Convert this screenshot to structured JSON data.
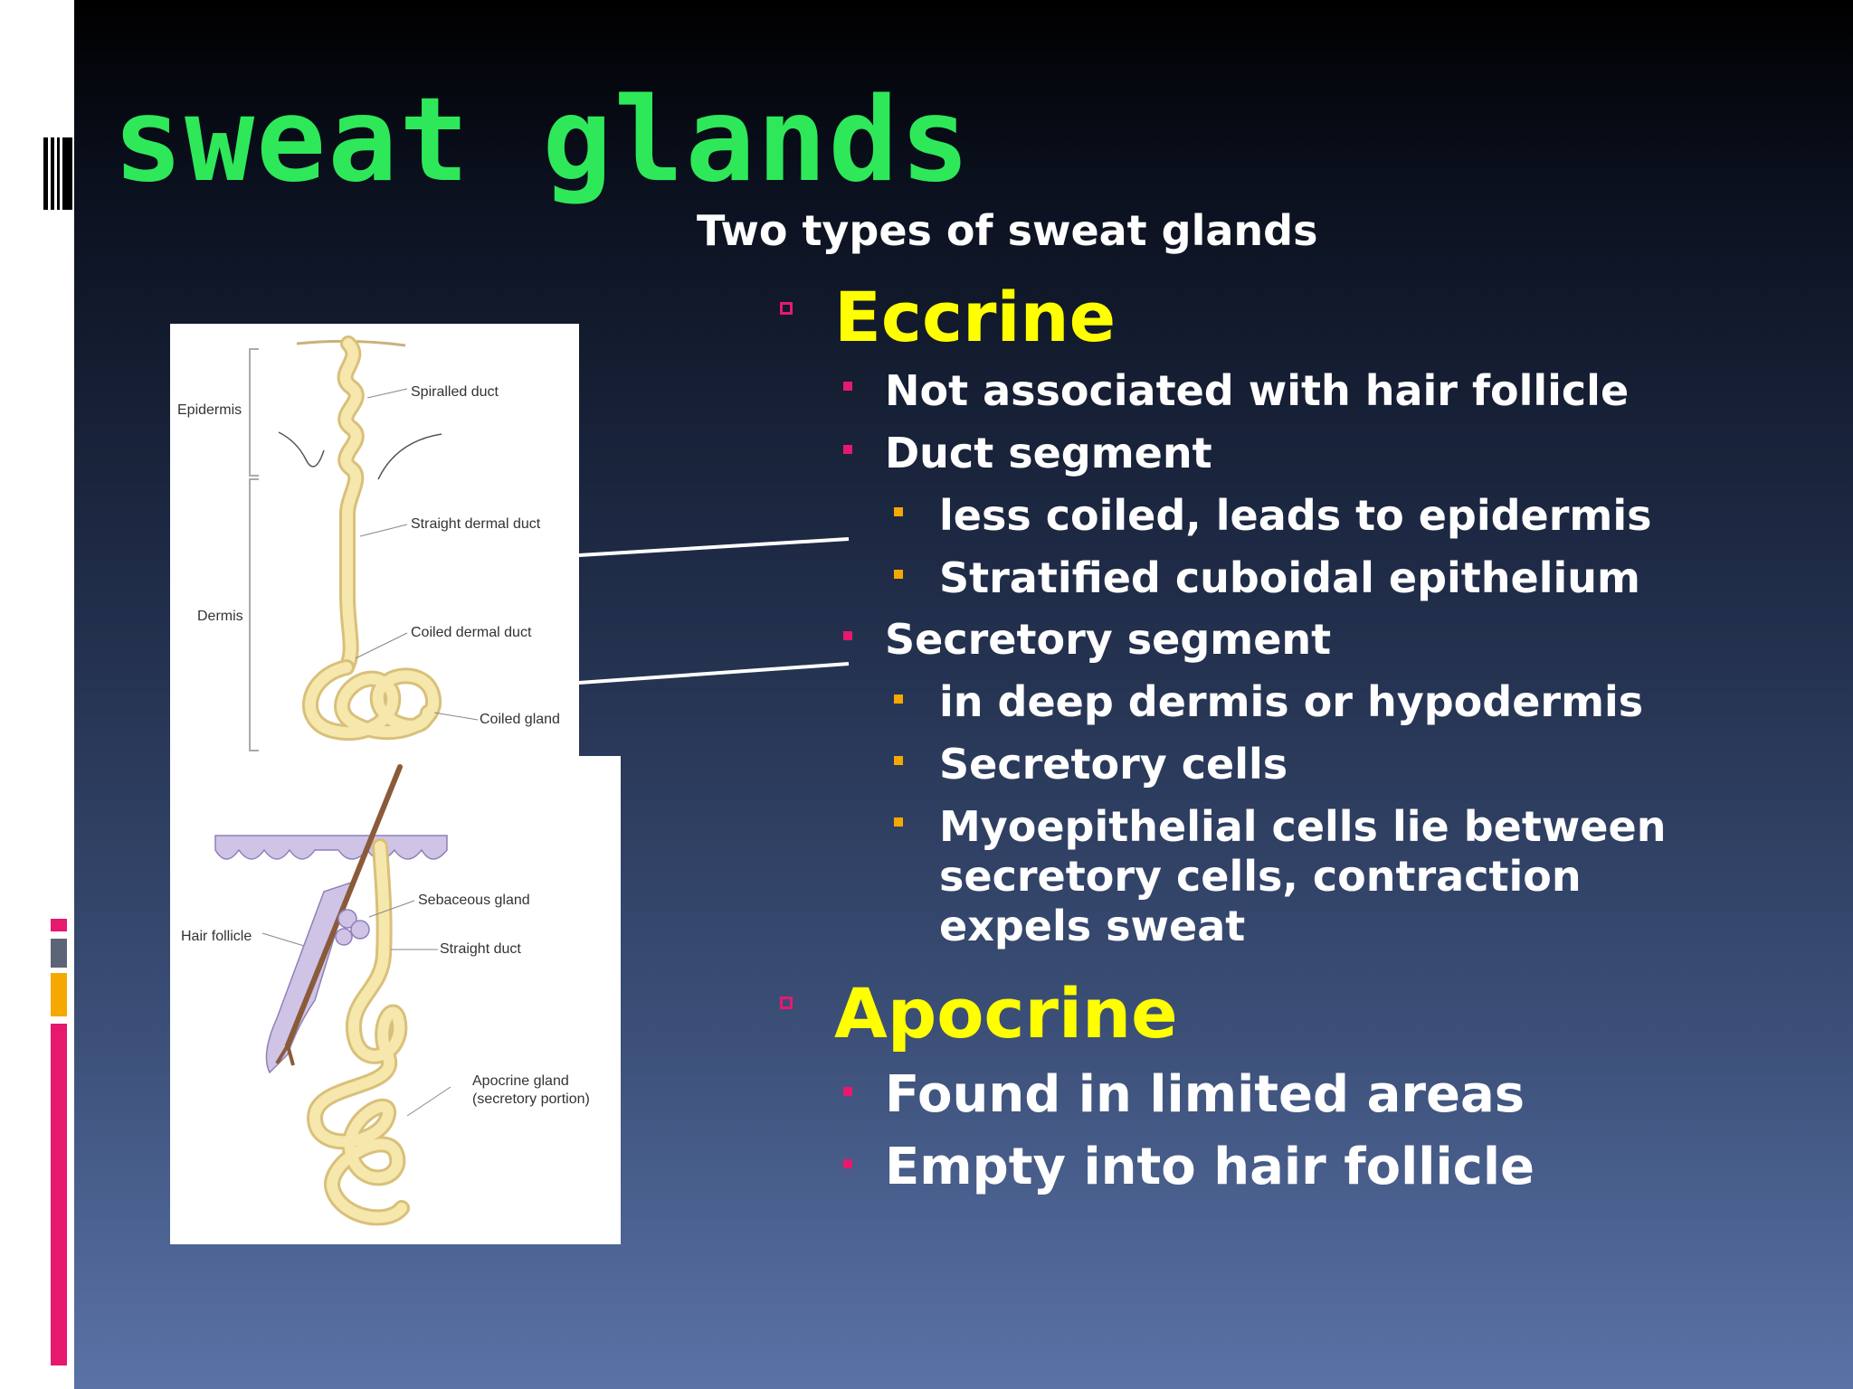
{
  "slide": {
    "title": "sweat glands",
    "subtitle": "Two types of sweat glands",
    "eccrine": {
      "heading": "Eccrine",
      "items": [
        "Not associated with hair follicle",
        "Duct segment",
        "less coiled, leads to epidermis",
        "Stratified cuboidal epithelium",
        "Secretory segment",
        "in deep dermis or hypodermis",
        "Secretory cells",
        "Myoepithelial cells lie between",
        "secretory cells, contraction",
        "expels sweat"
      ]
    },
    "apocrine": {
      "heading": "Apocrine",
      "items": [
        "Found in limited areas",
        "Empty into hair follicle"
      ]
    }
  },
  "figure_eccrine": {
    "labels": {
      "epidermis": "Epidermis",
      "dermis": "Dermis",
      "spiralled_duct": "Spiralled duct",
      "straight_dermal_duct": "Straight dermal duct",
      "coiled_dermal_duct": "Coiled dermal duct",
      "coiled_gland": "Coiled gland"
    }
  },
  "figure_apocrine": {
    "labels": {
      "hair_follicle": "Hair follicle",
      "sebaceous_gland": "Sebaceous gland",
      "straight_duct": "Straight duct",
      "apocrine_gland": "Apocrine gland",
      "secretory_portion": "(secretory portion)"
    }
  },
  "colors": {
    "title": "#2ee85a",
    "heading": "#ffff00",
    "bullet_pink": "#e6196e",
    "bullet_orange": "#f5a800",
    "gland": "#f3e3a3"
  }
}
